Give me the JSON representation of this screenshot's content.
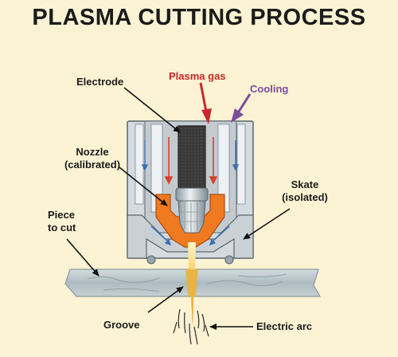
{
  "title": "PLASMA CUTTING PROCESS",
  "labels": {
    "electrode": "Electrode",
    "plasma_gas": "Plasma gas",
    "cooling": "Cooling",
    "nozzle_line1": "Nozzle",
    "nozzle_line2": "(calibrated)",
    "skate_line1": "Skate",
    "skate_line2": "(isolated)",
    "piece_line1": "Piece",
    "piece_line2": "to cut",
    "groove": "Groove",
    "electric_arc": "Electric arc"
  },
  "colors": {
    "background": "#fbf3d3",
    "plasma_gas": "#c8292b",
    "cooling": "#7c4c9c",
    "nozzle": "#f07a20",
    "electrode": "#3a3a3a",
    "housing": "#cfd6dc",
    "workpiece": "#b9c6cb",
    "coolant_arrow": "#3d6fb0"
  }
}
